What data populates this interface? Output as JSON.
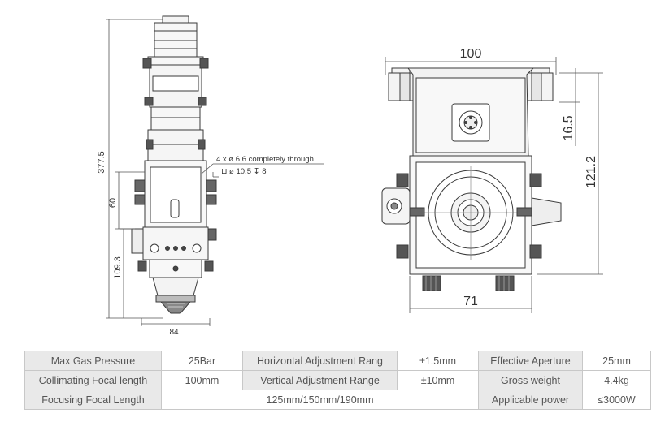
{
  "left_view": {
    "dim_height_total": "377.5",
    "dim_height_mid": "60",
    "dim_height_lower": "109.3",
    "dim_width": "84",
    "note_line1": "4 x ø 6.6 completely through",
    "note_line2": "⊔ ø 10.5 ↧ 8"
  },
  "right_view": {
    "dim_top_width": "100",
    "dim_bottom_width": "71",
    "dim_offset": "16.5",
    "dim_height": "121.2"
  },
  "specs": {
    "rows": [
      [
        {
          "label": "Max Gas Pressure",
          "value": "25Bar"
        },
        {
          "label": "Horizontal Adjustment Rang",
          "value": "±1.5mm"
        },
        {
          "label": "Effective Aperture",
          "value": "25mm"
        }
      ],
      [
        {
          "label": "Collimating Focal length",
          "value": "100mm"
        },
        {
          "label": "Vertical Adjustment Range",
          "value": "±10mm"
        },
        {
          "label": "Gross weight",
          "value": "4.4kg"
        }
      ],
      [
        {
          "label": "Focusing Focal Length",
          "value": "125mm/150mm/190mm"
        },
        {
          "label": "Applicable power",
          "value": "≤3000W"
        }
      ]
    ]
  }
}
